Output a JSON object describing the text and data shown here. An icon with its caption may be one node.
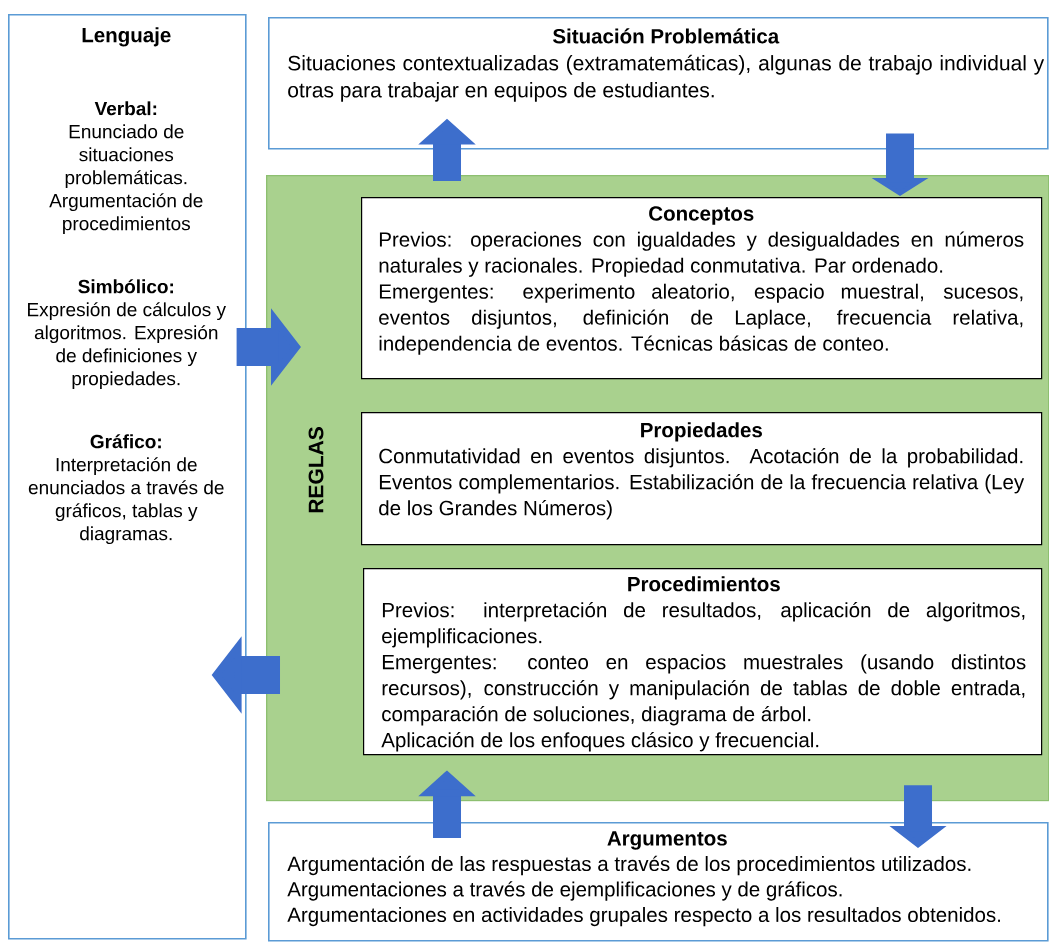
{
  "diagram": {
    "nodes": [
      {
        "text": [
          "Lenguaje",
          "Verbal:",
          "Enunciado de situaciones problemáticas. Argumentación de procedimientos",
          "Simbólico:",
          "Expresión de cálculos y algoritmos. Expresión de definiciones y propiedades.",
          "Gráfico:",
          "Interpretación de enunciados a través de gráficos, tablas y diagramas."
        ]
      },
      {
        "text": [
          "Situación Problemática",
          "Situaciones contextualizadas (extramatemáticas), algunas de trabajo individual y otras para trabajar en equipos de estudiantes."
        ]
      },
      {
        "text": [
          "REGLAS"
        ]
      },
      {
        "text": [
          "Conceptos",
          "Previos: operaciones con igualdades y desigualdades en números naturales y racionales. Propiedad conmutativa. Par ordenado.",
          "Emergentes: experimento aleatorio, espacio muestral, sucesos, eventos disjuntos, definición de Laplace, frecuencia relativa, independencia de eventos. Técnicas básicas de conteo."
        ],
        "in": 2
      },
      {
        "text": [
          "Propiedades",
          "Conmutatividad en eventos disjuntos. Acotación de la probabilidad. Eventos complementarios. Estabilización de la frecuencia relativa (Ley de los Grandes Números)"
        ],
        "in": 2
      },
      {
        "text": [
          "Procedimientos",
          "Previos: interpretación de resultados, aplicación de algoritmos, ejemplificaciones.",
          "Emergentes: conteo en espacios muestrales (usando distintos recursos), construcción y manipulación de tablas de doble entrada, comparación de soluciones, diagrama de árbol.",
          "Aplicación de los enfoques clásico y frecuencial."
        ],
        "in": 2
      },
      {
        "text": [
          "Argumentos",
          "Argumentación de las respuestas a través de los procedimientos utilizados.",
          "Argumentaciones a través de ejemplificaciones y de gráficos.",
          "Argumentaciones en actividades grupales respecto a los resultados obtenidos."
        ]
      }
    ],
    "edges": [
      {
        "from": 0,
        "to": 2,
        "arrow": "to"
      },
      {
        "from": 2,
        "to": 0,
        "arrow": "to"
      },
      {
        "from": 2,
        "to": 1,
        "arrow": "to"
      },
      {
        "from": 1,
        "to": 2,
        "arrow": "to"
      },
      {
        "from": 6,
        "to": 2,
        "arrow": "to"
      },
      {
        "from": 2,
        "to": 6,
        "arrow": "to"
      }
    ]
  }
}
